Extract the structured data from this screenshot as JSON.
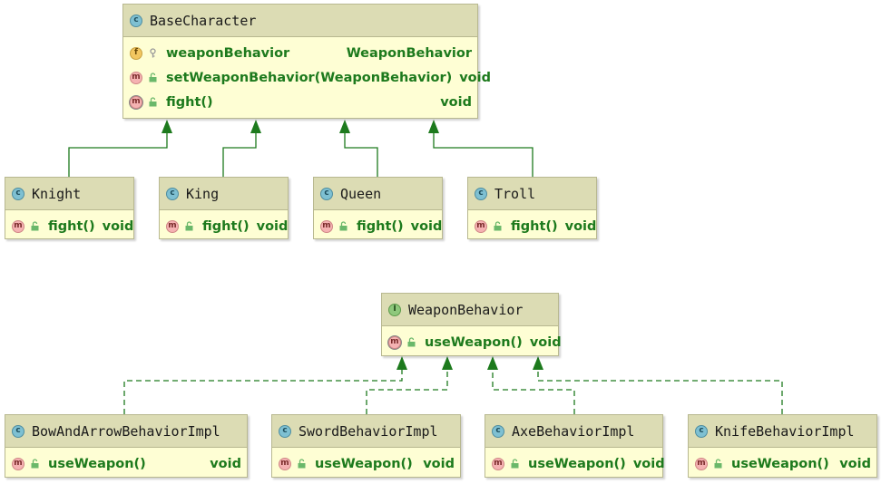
{
  "base": {
    "name": "BaseCharacter",
    "badge": "c",
    "members": [
      {
        "kind": "f",
        "name": "weaponBehavior",
        "type": "WeaponBehavior"
      },
      {
        "kind": "m",
        "name": "setWeaponBehavior(WeaponBehavior)",
        "type": "void"
      },
      {
        "kind": "m",
        "name": "fight()",
        "type": "void"
      }
    ]
  },
  "characters": [
    {
      "name": "Knight",
      "badge": "c",
      "method": "fight()",
      "type": "void"
    },
    {
      "name": "King",
      "badge": "c",
      "method": "fight()",
      "type": "void"
    },
    {
      "name": "Queen",
      "badge": "c",
      "method": "fight()",
      "type": "void"
    },
    {
      "name": "Troll",
      "badge": "c",
      "method": "fight()",
      "type": "void"
    }
  ],
  "interface": {
    "name": "WeaponBehavior",
    "badge": "I",
    "method": "useWeapon()",
    "type": "void"
  },
  "impls": [
    {
      "name": "BowAndArrowBehaviorImpl",
      "badge": "c",
      "method": "useWeapon()",
      "type": "void"
    },
    {
      "name": "SwordBehaviorImpl",
      "badge": "c",
      "method": "useWeapon()",
      "type": "void"
    },
    {
      "name": "AxeBehaviorImpl",
      "badge": "c",
      "method": "useWeapon()",
      "type": "void"
    },
    {
      "name": "KnifeBehaviorImpl",
      "badge": "c",
      "method": "useWeapon()",
      "type": "void"
    }
  ],
  "member_badge_letter": "m",
  "field_badge_letter": "f",
  "colors": {
    "edge": "#1d7a1d",
    "member_text": "#1d7a1d",
    "header": "#dcdcb4",
    "body": "#fefed4"
  }
}
